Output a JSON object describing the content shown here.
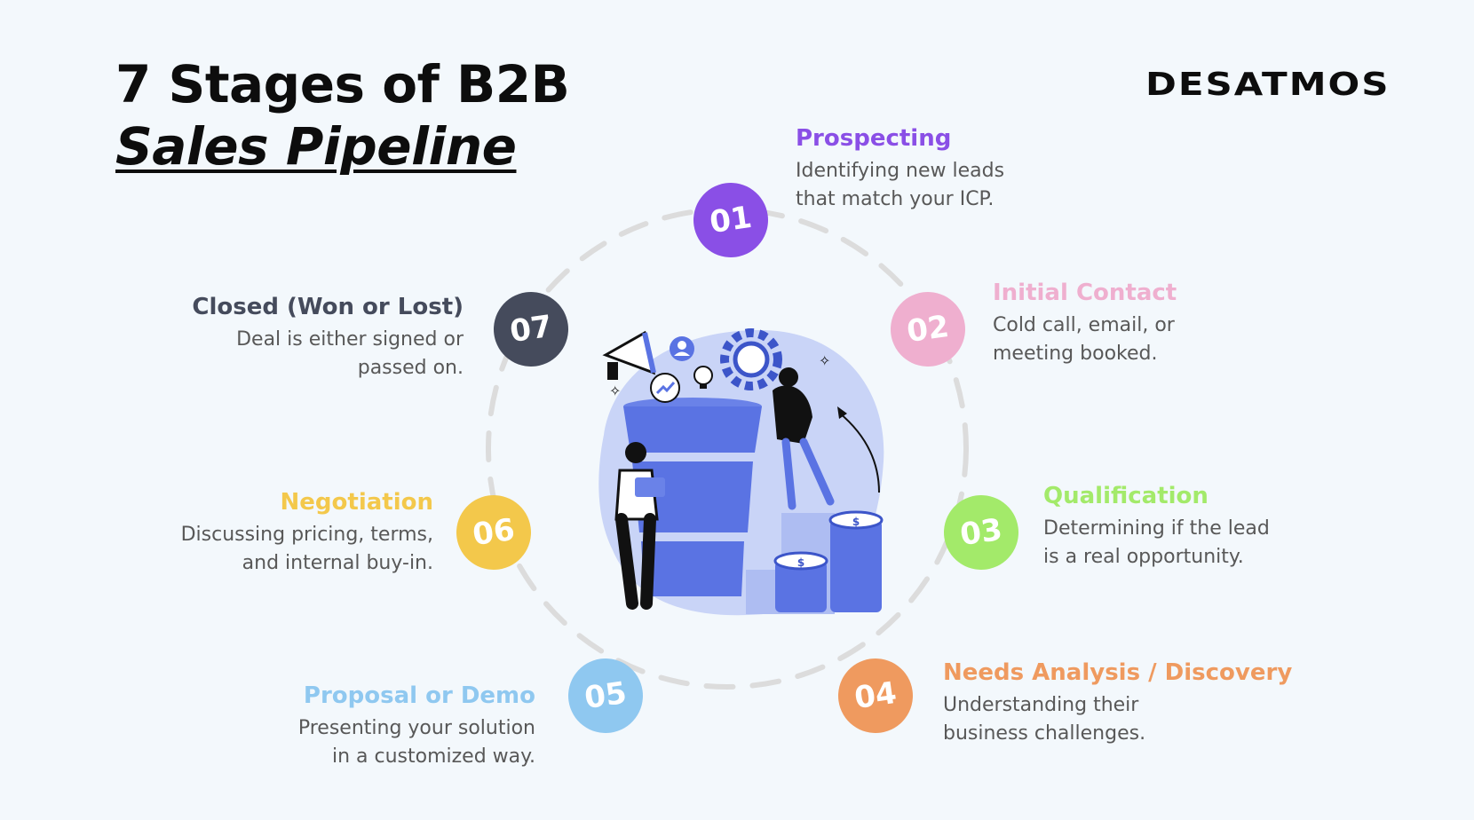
{
  "header": {
    "title_line1": "7 Stages of B2B",
    "title_line2": "Sales Pipeline",
    "logo": "DESATMOS"
  },
  "stages": [
    {
      "number": "01",
      "title": "Prospecting",
      "desc_line1": "Identifying new leads",
      "desc_line2": "that match your ICP.",
      "color": "#8a4fe6"
    },
    {
      "number": "02",
      "title": "Initial Contact",
      "desc_line1": "Cold call, email, or",
      "desc_line2": "meeting booked.",
      "color": "#efafcf"
    },
    {
      "number": "03",
      "title": "Qualification",
      "desc_line1": "Determining if the lead",
      "desc_line2": "is a real opportunity.",
      "color": "#a3ea6a"
    },
    {
      "number": "04",
      "title": "Needs Analysis / Discovery",
      "desc_line1": "Understanding their",
      "desc_line2": "business challenges.",
      "color": "#ef9a5f"
    },
    {
      "number": "05",
      "title": "Proposal or Demo",
      "desc_line1": "Presenting your solution",
      "desc_line2": "in a customized way.",
      "color": "#8fc8f0"
    },
    {
      "number": "06",
      "title": "Negotiation",
      "desc_line1": "Discussing pricing, terms,",
      "desc_line2": "and internal buy-in.",
      "color": "#f3c84b"
    },
    {
      "number": "07",
      "title": "Closed (Won or Lost)",
      "desc_line1": "Deal is either signed or",
      "desc_line2": "passed on.",
      "color": "#454b5c"
    }
  ],
  "illustration": {
    "icons": [
      "megaphone-icon",
      "user-icon",
      "gear-icon",
      "lightbulb-icon",
      "trend-icon",
      "dollar-coin-icon"
    ]
  }
}
